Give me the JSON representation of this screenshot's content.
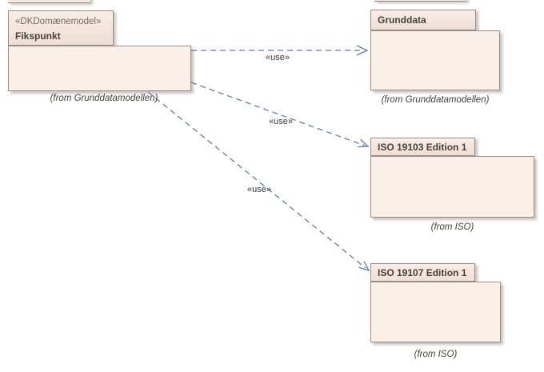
{
  "diagram": {
    "type": "uml-package-diagram",
    "packages": [
      {
        "stereotype": "«DKDomænemodel»",
        "name": "Fikspunkt",
        "from_label": "(from Grunddatamodellen)"
      },
      {
        "name": "Grunddata",
        "from_label": "(from Grunddatamodellen)"
      },
      {
        "name": "ISO 19103 Edition 1",
        "from_label": "(from ISO)"
      },
      {
        "name": "ISO 19107 Edition 1",
        "from_label": "(from ISO)"
      }
    ],
    "connectors": [
      {
        "label": "«use»",
        "source": "Fikspunkt",
        "target": "Grunddata",
        "style": "dashed-open-arrow"
      },
      {
        "label": "«use»",
        "source": "Fikspunkt",
        "target": "ISO 19103 Edition 1",
        "style": "dashed-open-arrow"
      },
      {
        "label": "«use»",
        "source": "Fikspunkt",
        "target": "ISO 19107 Edition 1",
        "style": "dashed-open-arrow"
      }
    ],
    "colors": {
      "background": "#ffffff",
      "package_body_fill": "#faf0ea",
      "package_tab_fill": "#f2e2d8",
      "package_border": "#9a8d85",
      "connector": "#68789d",
      "title_text": "#474139",
      "stereotype_text": "#6f6a63",
      "note_text": "#45403a"
    }
  }
}
